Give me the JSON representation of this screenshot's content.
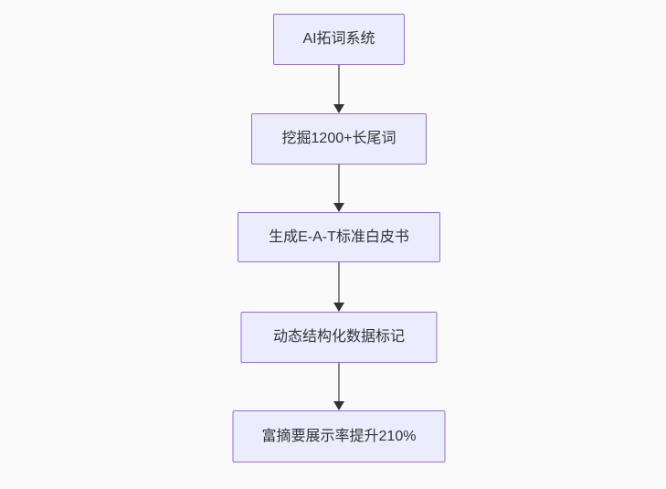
{
  "page": {
    "background": "#fafafa"
  },
  "colors": {
    "node_fill": "#ECECFF",
    "node_border": "#9370DB",
    "node_text": "#333333",
    "edge_line": "#888888",
    "arrow_head": "#333333",
    "page_bg": "#fafafa"
  },
  "flowchart": {
    "type": "flowchart",
    "direction": "top-to-bottom",
    "nodes": [
      {
        "label": "AI拓词系统"
      },
      {
        "label": "挖掘1200+长尾词"
      },
      {
        "label": "生成E-A-T标准白皮书"
      },
      {
        "label": "动态结构化数据标记"
      },
      {
        "label": "富摘要展示率提升210%"
      }
    ],
    "edges": [
      {
        "from": 0,
        "to": 1
      },
      {
        "from": 1,
        "to": 2
      },
      {
        "from": 2,
        "to": 3
      },
      {
        "from": 3,
        "to": 4
      }
    ]
  }
}
